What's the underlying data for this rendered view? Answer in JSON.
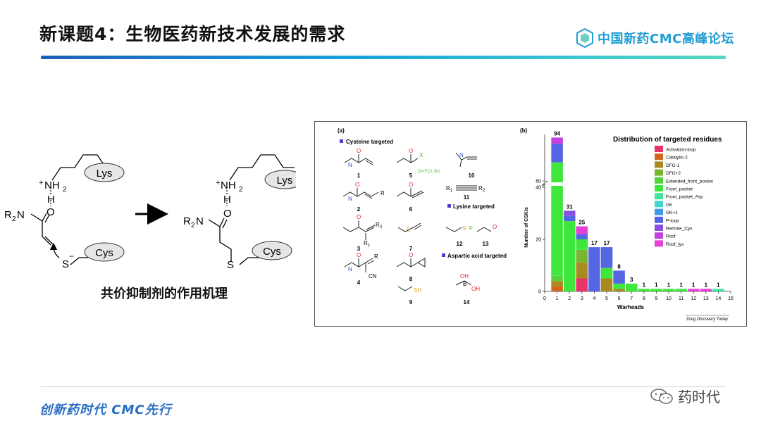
{
  "header": {
    "title": "新课题4：生物医药新技术发展的需求",
    "logo_text": "中国新药CMC高峰论坛"
  },
  "mechanism": {
    "caption": "共价抑制剂的作用机理",
    "labels": {
      "lys": "Lys",
      "cys": "Cys",
      "nh2": "NH",
      "nh2_sub": "2",
      "plus": "+",
      "h": "H",
      "o": "O",
      "s": "S",
      "minus": "−",
      "r2n": "R",
      "r2n_sub": "2",
      "r2n_tail": "N"
    }
  },
  "figure": {
    "panel_a": {
      "label": "(a)",
      "sections": [
        {
          "id": "cys",
          "label": "Cysteine targeted"
        },
        {
          "id": "lys",
          "label": "Lysine targeted"
        },
        {
          "id": "asp",
          "label": "Aspartic acid targeted"
        }
      ],
      "compound_numbers": [
        "1",
        "2",
        "3",
        "4",
        "5",
        "6",
        "7",
        "8",
        "9",
        "10",
        "11",
        "12",
        "13",
        "14"
      ],
      "atom_labels": {
        "o": "O",
        "n": "N",
        "h": "H",
        "x": "X",
        "x_note": "(X=F,Cl, Br)",
        "r": "R",
        "r1": "R",
        "r1_sub": "1",
        "r2": "R",
        "r2_sub": "2",
        "cn": "CN",
        "sh": "SH",
        "s": "S",
        "f": "F",
        "oh": "OH",
        "b": "B"
      },
      "section_color": "#4a3fd0"
    },
    "panel_b": {
      "label": "(b)",
      "source": "Drug Discovery Today"
    }
  },
  "chart_data": {
    "type": "bar",
    "stacked": true,
    "title": "Distribution of targeted residues",
    "xlabel": "Warheads",
    "ylabel": "Number of CSKIs",
    "x_ticks": [
      0,
      1,
      2,
      3,
      4,
      5,
      6,
      7,
      8,
      9,
      10,
      11,
      12,
      13,
      14,
      15
    ],
    "y_ticks": [
      "0",
      "20",
      "40",
      "80"
    ],
    "axis_break": true,
    "categories": [
      1,
      2,
      3,
      4,
      5,
      6,
      7,
      8,
      9,
      10,
      11,
      12,
      13,
      14
    ],
    "totals": [
      94,
      31,
      25,
      17,
      17,
      8,
      3,
      1,
      1,
      1,
      1,
      1,
      1,
      1
    ],
    "series": [
      {
        "name": "Activation-loop",
        "color": "#e8336b",
        "values": [
          0,
          0,
          5,
          0,
          0,
          0,
          0,
          0,
          0,
          0,
          0,
          0,
          0,
          0
        ]
      },
      {
        "name": "Catalytic-2",
        "color": "#d2661e",
        "values": [
          2,
          0,
          0,
          0,
          0,
          0,
          0,
          0,
          0,
          0,
          0,
          0,
          0,
          0
        ]
      },
      {
        "name": "DFG-1",
        "color": "#a88a1e",
        "values": [
          2,
          0,
          6,
          0,
          5,
          1,
          0,
          0,
          0,
          0,
          0,
          0,
          0,
          0
        ]
      },
      {
        "name": "DFG+2",
        "color": "#79b52e",
        "values": [
          0,
          0,
          5,
          0,
          0,
          0,
          0,
          0,
          0,
          0,
          0,
          0,
          0,
          0
        ]
      },
      {
        "name": "Extended_front_pocket",
        "color": "#55d13c",
        "values": [
          2,
          0,
          0,
          0,
          0,
          0,
          0,
          0,
          0,
          0,
          0,
          0,
          0,
          0
        ]
      },
      {
        "name": "Front_pocket",
        "color": "#3fe63c",
        "values": [
          80,
          27,
          4,
          0,
          4,
          2,
          3,
          1,
          1,
          1,
          1,
          0,
          0,
          0
        ]
      },
      {
        "name": "Front_pocket_Asp",
        "color": "#44e59a",
        "values": [
          0,
          0,
          0,
          0,
          0,
          0,
          0,
          0,
          0,
          0,
          0,
          0,
          0,
          1
        ]
      },
      {
        "name": "GK",
        "color": "#3fd6cf",
        "values": [
          0,
          0,
          0,
          0,
          0,
          0,
          0,
          0,
          0,
          0,
          0,
          0,
          0,
          0
        ]
      },
      {
        "name": "GK+1",
        "color": "#3d9be8",
        "values": [
          0,
          0,
          0,
          0,
          0,
          0,
          0,
          0,
          0,
          0,
          0,
          0,
          0,
          0
        ]
      },
      {
        "name": "P-loop",
        "color": "#5566e4",
        "values": [
          6,
          2,
          2,
          17,
          8,
          5,
          0,
          0,
          0,
          0,
          0,
          0,
          0,
          0
        ]
      },
      {
        "name": "Remote_Cys",
        "color": "#8a4fe0",
        "values": [
          0,
          2,
          0,
          0,
          0,
          0,
          0,
          0,
          0,
          0,
          0,
          0,
          0,
          0
        ]
      },
      {
        "name": "Roof",
        "color": "#c43fe0",
        "values": [
          2,
          0,
          0,
          0,
          0,
          0,
          0,
          0,
          0,
          0,
          0,
          0,
          0,
          0
        ]
      },
      {
        "name": "Roof_lys",
        "color": "#e640d4",
        "values": [
          0,
          0,
          3,
          0,
          0,
          0,
          0,
          0,
          0,
          0,
          0,
          1,
          1,
          0
        ]
      }
    ]
  },
  "footer": {
    "text": "创新药时代 CMC先行",
    "watermark": "药时代"
  }
}
